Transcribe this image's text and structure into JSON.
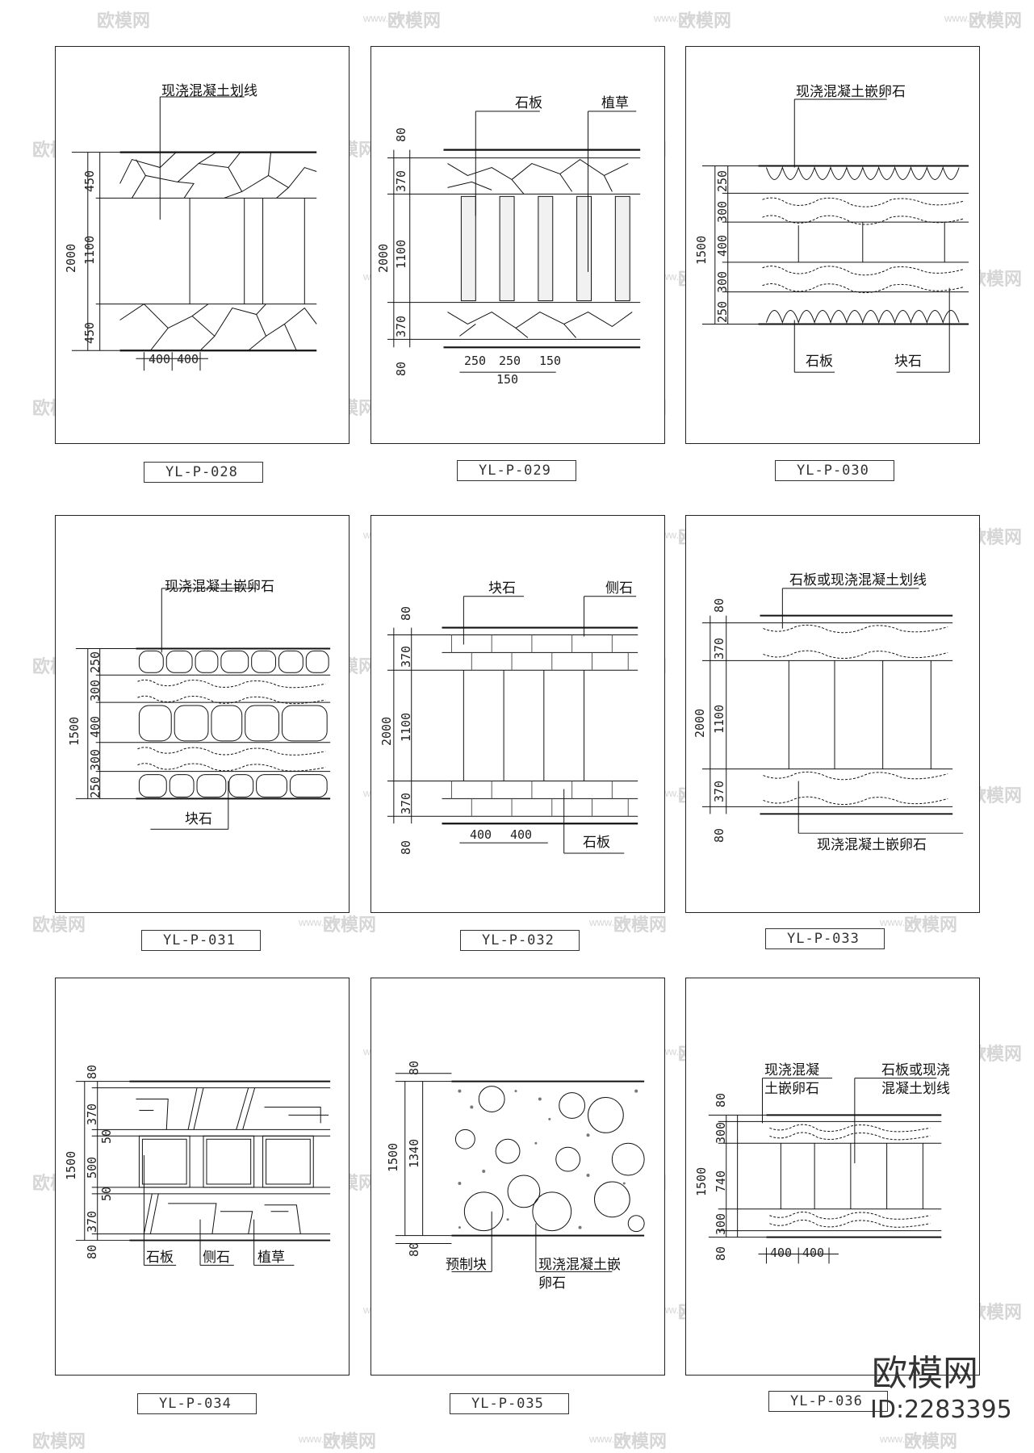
{
  "watermark": {
    "brand": "欧模网",
    "url": "www.om.cn"
  },
  "footer": {
    "brand": "欧模网",
    "id": "ID:2283395"
  },
  "panels": [
    {
      "code": "YL-P-028",
      "labels": [
        "现浇混凝土划线"
      ],
      "dims": [
        "450",
        "1100",
        "450",
        "2000",
        "400",
        "400"
      ]
    },
    {
      "code": "YL-P-029",
      "labels": [
        "石板",
        "植草"
      ],
      "dims": [
        "80",
        "370",
        "1100",
        "370",
        "80",
        "2000",
        "250",
        "250",
        "150",
        "150"
      ]
    },
    {
      "code": "YL-P-030",
      "labels": [
        "现浇混凝土嵌卵石",
        "石板",
        "块石"
      ],
      "dims": [
        "250",
        "300",
        "400",
        "300",
        "250",
        "1500"
      ]
    },
    {
      "code": "YL-P-031",
      "labels": [
        "现浇混凝土嵌卵石",
        "块石"
      ],
      "dims": [
        "250",
        "300",
        "400",
        "300",
        "250",
        "1500"
      ]
    },
    {
      "code": "YL-P-032",
      "labels": [
        "块石",
        "侧石",
        "石板"
      ],
      "dims": [
        "80",
        "370",
        "1100",
        "370",
        "80",
        "2000",
        "400",
        "400"
      ]
    },
    {
      "code": "YL-P-033",
      "labels": [
        "石板或现浇混凝土划线",
        "现浇混凝土嵌卵石"
      ],
      "dims": [
        "80",
        "370",
        "1100",
        "370",
        "80",
        "2000"
      ]
    },
    {
      "code": "YL-P-034",
      "labels": [
        "石板",
        "侧石",
        "植草"
      ],
      "dims": [
        "80",
        "370",
        "50",
        "500",
        "50",
        "370",
        "80",
        "1500"
      ]
    },
    {
      "code": "YL-P-035",
      "labels": [
        "预制块",
        "现浇混凝土嵌",
        "卵石"
      ],
      "dims": [
        "80",
        "1340",
        "80",
        "1500"
      ]
    },
    {
      "code": "YL-P-036",
      "labels": [
        "现浇混凝",
        "土嵌卵石",
        "石板或现浇",
        "混凝土划线"
      ],
      "dims": [
        "80",
        "300",
        "740",
        "300",
        "80",
        "1500",
        "400",
        "400"
      ]
    }
  ]
}
